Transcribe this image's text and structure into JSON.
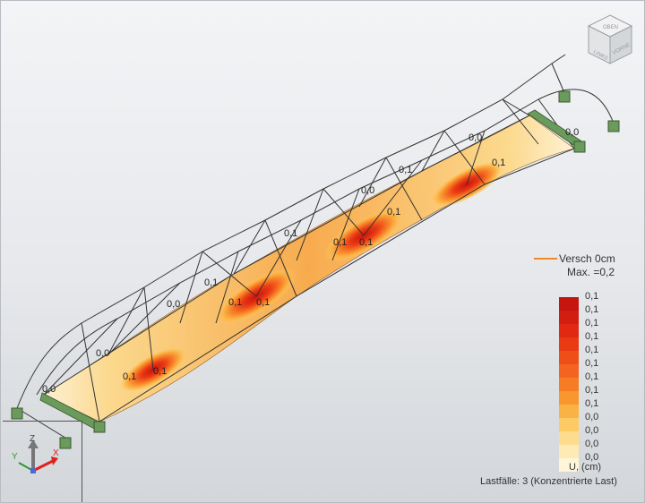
{
  "viewport": {
    "legend": {
      "title": "Versch  0cm",
      "max_label": "Max. =0,2",
      "scale_ticks": [
        "0,1",
        "0,1",
        "0,1",
        "0,1",
        "0,1",
        "0,1",
        "0,1",
        "0,1",
        "0,1",
        "0,0",
        "0,0",
        "0,0",
        "0,0"
      ],
      "scale_colors": [
        "#c6140e",
        "#d21e10",
        "#e02812",
        "#ea3a14",
        "#f04e18",
        "#f46420",
        "#f77c26",
        "#f9962e",
        "#fbb244",
        "#fdca66",
        "#fedc8e",
        "#feeab4",
        "#fff6da"
      ],
      "unit": "U, (cm)",
      "loadcase": "Lastfälle: 3 (Konzentrierte Last)"
    },
    "viewcube": {
      "icon": "view-cube-icon",
      "faces": [
        "OBEN",
        "LINKS",
        "VORNE"
      ]
    },
    "axis_triad": {
      "icon": "axis-triad-icon",
      "labels": [
        "Z",
        "Y",
        "X"
      ],
      "colors": {
        "x": "#e0201c",
        "y": "#2e9a2e",
        "z": "#6a6a6a"
      }
    },
    "model": {
      "value_labels": [
        "0,0",
        "0,0",
        "0,1",
        "0,1",
        "0,0",
        "0,1",
        "0,1",
        "0,1",
        "0,1",
        "0,1",
        "0,1",
        "0,0",
        "0,1",
        "0,1",
        "0,0",
        "0,1",
        "0,0"
      ],
      "colors": {
        "hot": "#d21e10",
        "mid": "#f77c26",
        "warm": "#fdca66",
        "pale": "#fff2cc",
        "support": "#6a9a5c",
        "truss": "#333333"
      }
    }
  }
}
